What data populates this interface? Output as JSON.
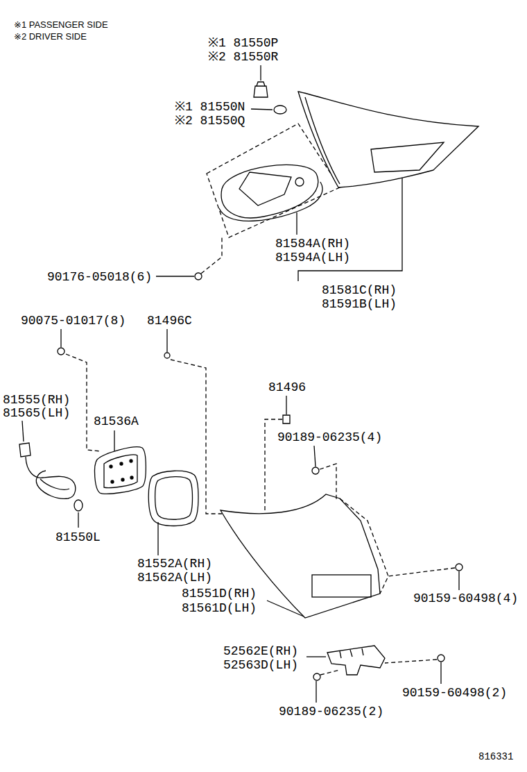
{
  "diagram": {
    "labels": [
      "※1 PASSENGER SIDE",
      "※2 DRIVER SIDE",
      "※1 81550P",
      "※2 81550R",
      "※1 81550N",
      "※2 81550Q",
      "81584A(RH)",
      "81594A(LH)",
      "90176-05018(6)",
      "81581C(RH)",
      "81591B(LH)",
      "90075-01017(8)",
      "81496C",
      "81496",
      "81555(RH)",
      "81565(LH)",
      "81536A",
      "90189-06235(4)",
      "81550L",
      "81552A(RH)",
      "81562A(LH)",
      "90159-60498(4)",
      "81551D(RH)",
      "81561D(LH)",
      "52562E(RH)",
      "52563D(LH)",
      "90159-60498(2)",
      "90189-06235(2)",
      "816331"
    ]
  }
}
